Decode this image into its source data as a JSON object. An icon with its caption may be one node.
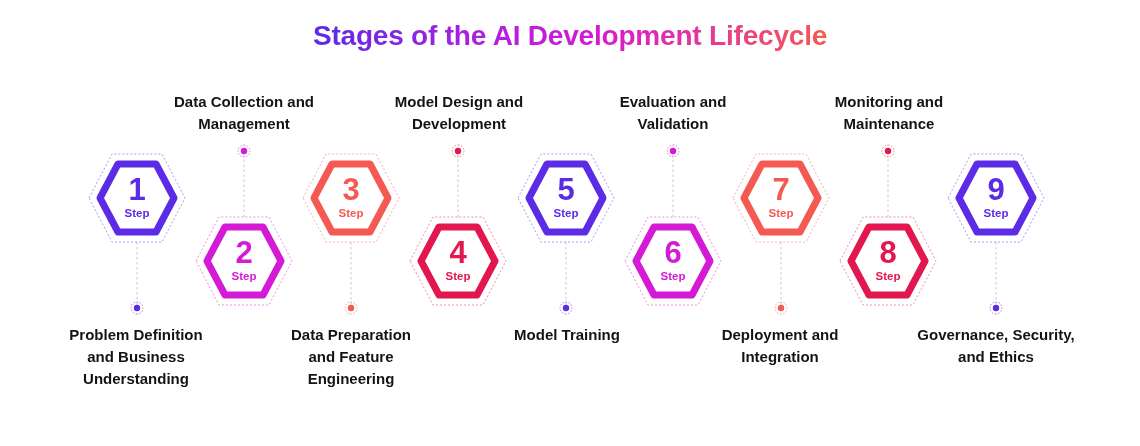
{
  "diagram": {
    "title": "Stages of the AI Development Lifecycle",
    "nodes": [
      {
        "text": [
          "1",
          "Step"
        ]
      },
      {
        "text": [
          "Problem Definition and Business Understanding"
        ]
      },
      {
        "text": [
          "2",
          "Step"
        ]
      },
      {
        "text": [
          "Data Collection and Management"
        ]
      },
      {
        "text": [
          "3",
          "Step"
        ]
      },
      {
        "text": [
          "Data Preparation and Feature Engineering"
        ]
      },
      {
        "text": [
          "4",
          "Step"
        ]
      },
      {
        "text": [
          "Model Design and Development"
        ]
      },
      {
        "text": [
          "5",
          "Step"
        ]
      },
      {
        "text": [
          "Model Training"
        ]
      },
      {
        "text": [
          "6",
          "Step"
        ]
      },
      {
        "text": [
          "Evaluation and Validation"
        ]
      },
      {
        "text": [
          "7",
          "Step"
        ]
      },
      {
        "text": [
          "Deployment and Integration"
        ]
      },
      {
        "text": [
          "8",
          "Step"
        ]
      },
      {
        "text": [
          "Monitoring and Maintenance"
        ]
      },
      {
        "text": [
          "9",
          "Step"
        ]
      },
      {
        "text": [
          "Governance, Security, and Ethics"
        ]
      }
    ],
    "edges": [
      {
        "from": 0,
        "to": 1,
        "arrow": "other",
        "style": "dashed"
      },
      {
        "from": 2,
        "to": 3,
        "arrow": "other",
        "style": "dashed"
      },
      {
        "from": 4,
        "to": 5,
        "arrow": "other",
        "style": "dashed"
      },
      {
        "from": 6,
        "to": 7,
        "arrow": "other",
        "style": "dashed"
      },
      {
        "from": 8,
        "to": 9,
        "arrow": "other",
        "style": "dashed"
      },
      {
        "from": 10,
        "to": 11,
        "arrow": "other",
        "style": "dashed"
      },
      {
        "from": 12,
        "to": 13,
        "arrow": "other",
        "style": "dashed"
      },
      {
        "from": 14,
        "to": 15,
        "arrow": "other",
        "style": "dashed"
      },
      {
        "from": 16,
        "to": 17,
        "arrow": "other",
        "style": "dashed"
      }
    ]
  }
}
